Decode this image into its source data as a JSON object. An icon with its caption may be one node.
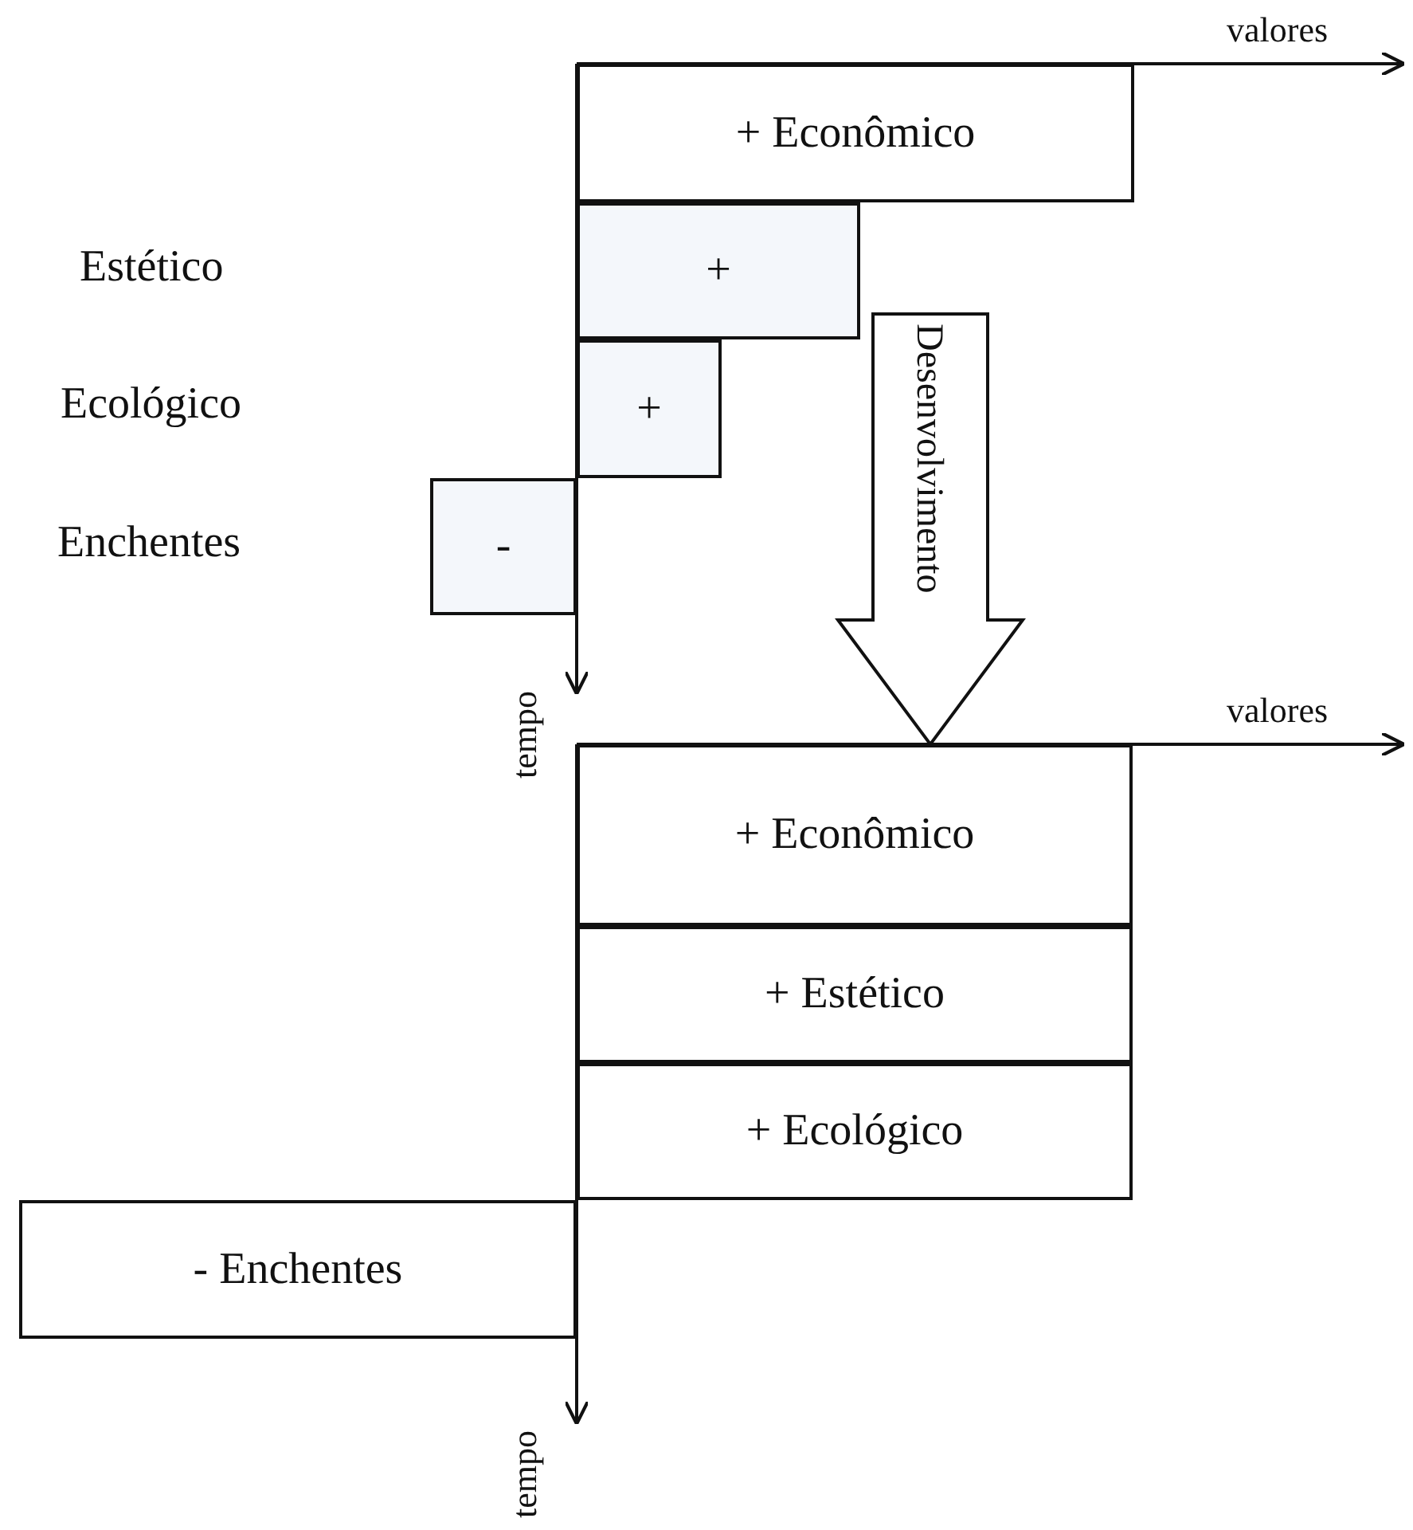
{
  "diagram": {
    "nodes": [
      {
        "text": [
          "+ Econômico"
        ]
      },
      {
        "text": [
          "+"
        ]
      },
      {
        "text": [
          "+"
        ]
      },
      {
        "text": [
          "-"
        ]
      },
      {
        "text": [
          "+ Econômico"
        ]
      },
      {
        "text": [
          "+ Estético"
        ]
      },
      {
        "text": [
          "+ Ecológico"
        ]
      },
      {
        "text": [
          "- Enchentes"
        ]
      }
    ],
    "edges": [
      {
        "from": 1,
        "to": 4,
        "arrow": "to",
        "label": "Desenvolvimento"
      }
    ],
    "labels": [
      "valores",
      "Estético",
      "Ecológico",
      "Enchentes",
      "tempo",
      "valores",
      "tempo"
    ]
  }
}
